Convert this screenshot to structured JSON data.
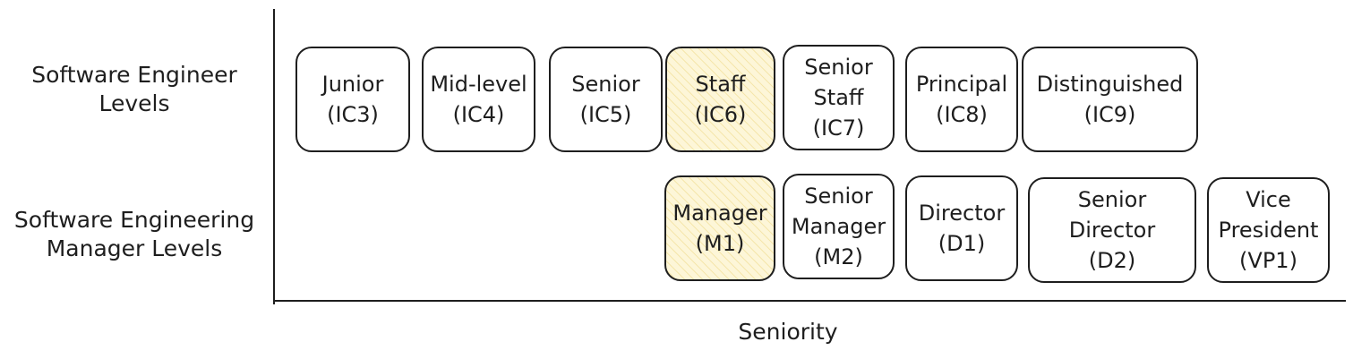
{
  "row_labels": {
    "ic": "Software Engineer\nLevels",
    "manager": "Software Engineering\nManager Levels"
  },
  "axis_label": "Seniority",
  "ic_levels": [
    "Junior\n(IC3)",
    "Mid-level\n(IC4)",
    "Senior\n(IC5)",
    "Staff\n(IC6)",
    "Senior\nStaff\n(IC7)",
    "Principal\n(IC8)",
    "Distinguished\n(IC9)"
  ],
  "manager_levels": [
    "Manager\n(M1)",
    "Senior\nManager\n(M2)",
    "Director\n(D1)",
    "Senior\nDirector\n(D2)",
    "Vice\nPresident\n(VP1)"
  ],
  "colors": {
    "highlight": "#fdf6d8",
    "stroke": "#1e1e1e"
  }
}
